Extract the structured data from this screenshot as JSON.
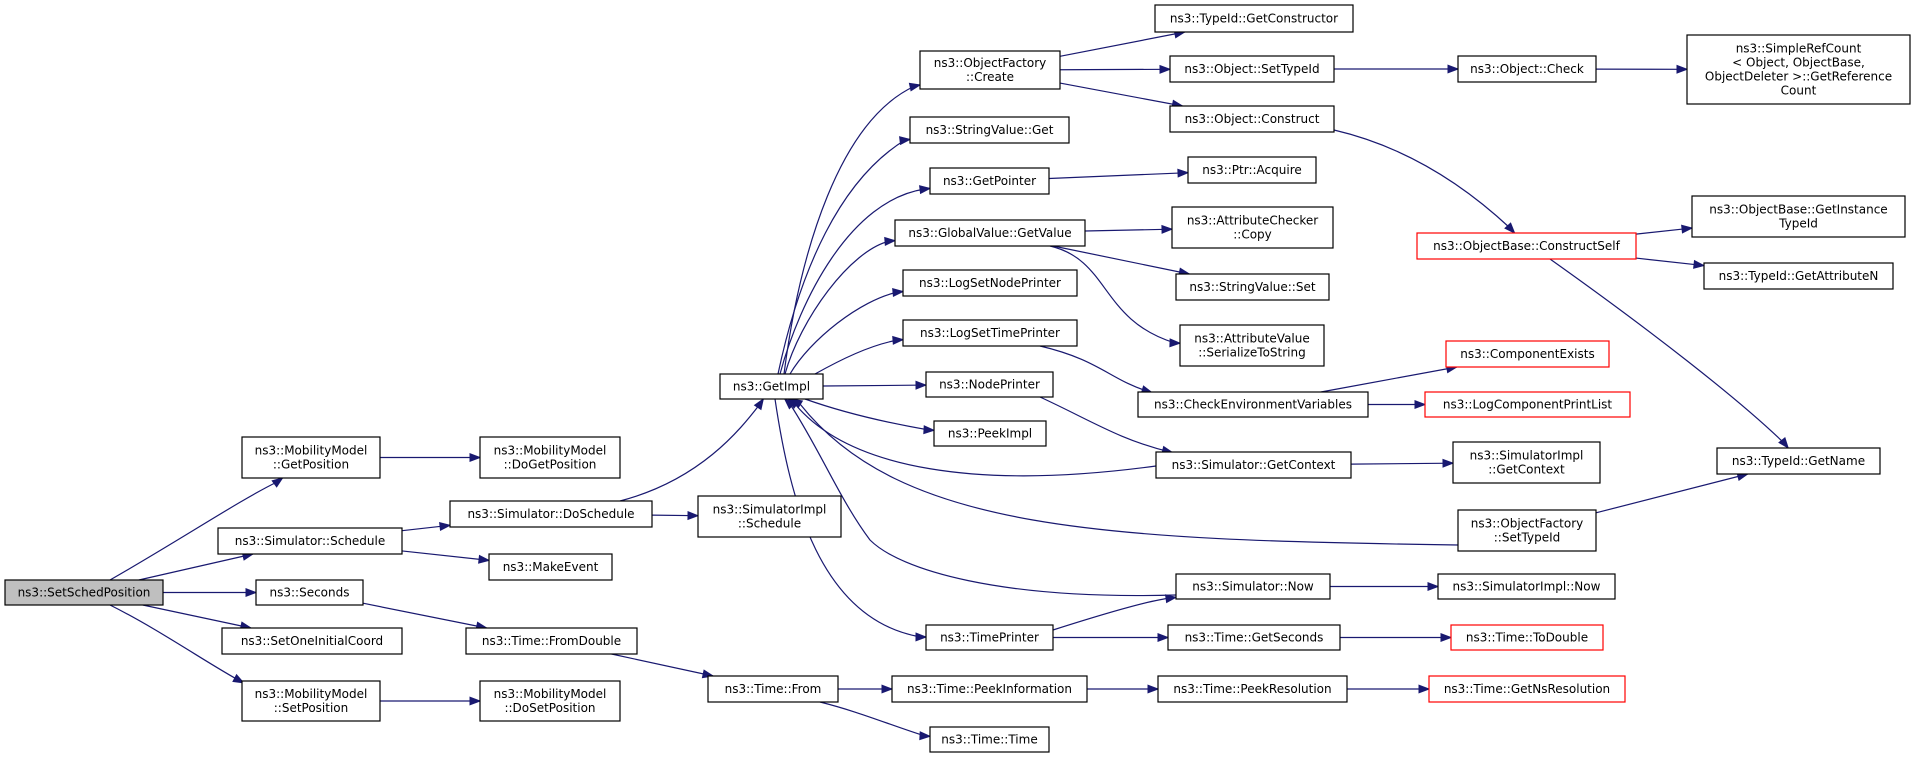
{
  "colors": {
    "edge": "#191970",
    "border": "#000000",
    "truncated_border": "#ff0000",
    "root_fill": "#bfbfbf"
  },
  "nodes": [
    {
      "id": "root",
      "lines": [
        "ns3::SetSchedPosition"
      ],
      "root": true
    },
    {
      "id": "mm_getpos",
      "lines": [
        "ns3::MobilityModel",
        "::GetPosition"
      ]
    },
    {
      "id": "mm_dogetpos",
      "lines": [
        "ns3::MobilityModel",
        "::DoGetPosition"
      ]
    },
    {
      "id": "sim_schedule",
      "lines": [
        "ns3::Simulator::Schedule"
      ]
    },
    {
      "id": "sim_doschedule",
      "lines": [
        "ns3::Simulator::DoSchedule"
      ]
    },
    {
      "id": "simimpl_schedule",
      "lines": [
        "ns3::SimulatorImpl",
        "::Schedule"
      ]
    },
    {
      "id": "makeevent",
      "lines": [
        "ns3::MakeEvent"
      ]
    },
    {
      "id": "seconds",
      "lines": [
        "ns3::Seconds"
      ]
    },
    {
      "id": "setoneinit",
      "lines": [
        "ns3::SetOneInitialCoord"
      ]
    },
    {
      "id": "fromdouble",
      "lines": [
        "ns3::Time::FromDouble"
      ]
    },
    {
      "id": "mm_setpos",
      "lines": [
        "ns3::MobilityModel",
        "::SetPosition"
      ]
    },
    {
      "id": "mm_dosetpos",
      "lines": [
        "ns3::MobilityModel",
        "::DoSetPosition"
      ]
    },
    {
      "id": "time_from",
      "lines": [
        "ns3::Time::From"
      ]
    },
    {
      "id": "getimpl",
      "lines": [
        "ns3::GetImpl"
      ]
    },
    {
      "id": "of_create",
      "lines": [
        "ns3::ObjectFactory",
        "::Create"
      ]
    },
    {
      "id": "stringvalue_get",
      "lines": [
        "ns3::StringValue::Get"
      ]
    },
    {
      "id": "getpointer",
      "lines": [
        "ns3::GetPointer"
      ]
    },
    {
      "id": "gv_getvalue",
      "lines": [
        "ns3::GlobalValue::GetValue"
      ]
    },
    {
      "id": "lognodeprinter",
      "lines": [
        "ns3::LogSetNodePrinter"
      ]
    },
    {
      "id": "logtimeprinter",
      "lines": [
        "ns3::LogSetTimePrinter"
      ]
    },
    {
      "id": "nodeprinter",
      "lines": [
        "ns3::NodePrinter"
      ]
    },
    {
      "id": "peekimpl",
      "lines": [
        "ns3::PeekImpl"
      ]
    },
    {
      "id": "timeprinter",
      "lines": [
        "ns3::TimePrinter"
      ]
    },
    {
      "id": "peekinfo",
      "lines": [
        "ns3::Time::PeekInformation"
      ]
    },
    {
      "id": "time_time",
      "lines": [
        "ns3::Time::Time"
      ]
    },
    {
      "id": "typeid_getctor",
      "lines": [
        "ns3::TypeId::GetConstructor"
      ]
    },
    {
      "id": "obj_settypeid",
      "lines": [
        "ns3::Object::SetTypeId"
      ]
    },
    {
      "id": "obj_construct",
      "lines": [
        "ns3::Object::Construct"
      ]
    },
    {
      "id": "ptr_acquire",
      "lines": [
        "ns3::Ptr::Acquire"
      ]
    },
    {
      "id": "attrchecker_copy",
      "lines": [
        "ns3::AttributeChecker",
        "::Copy"
      ]
    },
    {
      "id": "stringvalue_set",
      "lines": [
        "ns3::StringValue::Set"
      ]
    },
    {
      "id": "attrvalue_serialize",
      "lines": [
        "ns3::AttributeValue",
        "::SerializeToString"
      ]
    },
    {
      "id": "checkenv",
      "lines": [
        "ns3::CheckEnvironmentVariables"
      ]
    },
    {
      "id": "sim_getcontext",
      "lines": [
        "ns3::Simulator::GetContext"
      ]
    },
    {
      "id": "of_settypeid",
      "lines": [
        "ns3::ObjectFactory",
        "::SetTypeId"
      ]
    },
    {
      "id": "sim_now",
      "lines": [
        "ns3::Simulator::Now"
      ]
    },
    {
      "id": "time_getseconds",
      "lines": [
        "ns3::Time::GetSeconds"
      ]
    },
    {
      "id": "peekresolution",
      "lines": [
        "ns3::Time::PeekResolution"
      ]
    },
    {
      "id": "obj_check",
      "lines": [
        "ns3::Object::Check"
      ]
    },
    {
      "id": "objbase_constructself",
      "lines": [
        "ns3::ObjectBase::ConstructSelf"
      ],
      "truncated": true
    },
    {
      "id": "componentexists",
      "lines": [
        "ns3::ComponentExists"
      ],
      "truncated": true
    },
    {
      "id": "logcomponentprintlist",
      "lines": [
        "ns3::LogComponentPrintList"
      ],
      "truncated": true
    },
    {
      "id": "simimpl_getcontext",
      "lines": [
        "ns3::SimulatorImpl",
        "::GetContext"
      ]
    },
    {
      "id": "simimpl_now",
      "lines": [
        "ns3::SimulatorImpl::Now"
      ]
    },
    {
      "id": "time_todouble",
      "lines": [
        "ns3::Time::ToDouble"
      ],
      "truncated": true
    },
    {
      "id": "getnsresolution",
      "lines": [
        "ns3::Time::GetNsResolution"
      ],
      "truncated": true
    },
    {
      "id": "simplerefcount",
      "lines": [
        "ns3::SimpleRefCount",
        "< Object, ObjectBase,",
        " ObjectDeleter >::GetReference",
        "Count"
      ]
    },
    {
      "id": "objbase_getinstancetypeid",
      "lines": [
        "ns3::ObjectBase::GetInstance",
        "TypeId"
      ]
    },
    {
      "id": "typeid_getattributen",
      "lines": [
        "ns3::TypeId::GetAttributeN"
      ]
    },
    {
      "id": "typeid_getname",
      "lines": [
        "ns3::TypeId::GetName"
      ]
    }
  ],
  "edges": [
    [
      "root",
      "mm_getpos"
    ],
    [
      "root",
      "sim_schedule"
    ],
    [
      "root",
      "seconds"
    ],
    [
      "root",
      "setoneinit"
    ],
    [
      "root",
      "mm_setpos"
    ],
    [
      "mm_getpos",
      "mm_dogetpos"
    ],
    [
      "sim_schedule",
      "sim_doschedule"
    ],
    [
      "sim_schedule",
      "makeevent"
    ],
    [
      "sim_doschedule",
      "simimpl_schedule"
    ],
    [
      "sim_doschedule",
      "getimpl"
    ],
    [
      "seconds",
      "fromdouble"
    ],
    [
      "fromdouble",
      "time_from"
    ],
    [
      "mm_setpos",
      "mm_dosetpos"
    ],
    [
      "time_from",
      "peekinfo"
    ],
    [
      "time_from",
      "time_time"
    ],
    [
      "peekinfo",
      "peekresolution"
    ],
    [
      "peekresolution",
      "getnsresolution"
    ],
    [
      "getimpl",
      "of_create"
    ],
    [
      "getimpl",
      "stringvalue_get"
    ],
    [
      "getimpl",
      "getpointer"
    ],
    [
      "getimpl",
      "gv_getvalue"
    ],
    [
      "getimpl",
      "lognodeprinter"
    ],
    [
      "getimpl",
      "logtimeprinter"
    ],
    [
      "getimpl",
      "nodeprinter"
    ],
    [
      "getimpl",
      "peekimpl"
    ],
    [
      "getimpl",
      "timeprinter"
    ],
    [
      "sim_getcontext",
      "getimpl"
    ],
    [
      "of_settypeid",
      "getimpl"
    ],
    [
      "sim_now",
      "getimpl"
    ],
    [
      "of_create",
      "typeid_getctor"
    ],
    [
      "of_create",
      "obj_settypeid"
    ],
    [
      "of_create",
      "obj_construct"
    ],
    [
      "obj_settypeid",
      "obj_check"
    ],
    [
      "obj_check",
      "simplerefcount"
    ],
    [
      "obj_construct",
      "objbase_constructself"
    ],
    [
      "getpointer",
      "ptr_acquire"
    ],
    [
      "gv_getvalue",
      "attrchecker_copy"
    ],
    [
      "gv_getvalue",
      "stringvalue_set"
    ],
    [
      "gv_getvalue",
      "attrvalue_serialize"
    ],
    [
      "logtimeprinter",
      "checkenv"
    ],
    [
      "nodeprinter",
      "sim_getcontext"
    ],
    [
      "checkenv",
      "componentexists"
    ],
    [
      "checkenv",
      "logcomponentprintlist"
    ],
    [
      "sim_getcontext",
      "simimpl_getcontext"
    ],
    [
      "of_settypeid",
      "typeid_getname"
    ],
    [
      "timeprinter",
      "sim_now"
    ],
    [
      "timeprinter",
      "time_getseconds"
    ],
    [
      "sim_now",
      "simimpl_now"
    ],
    [
      "time_getseconds",
      "time_todouble"
    ],
    [
      "objbase_constructself",
      "objbase_getinstancetypeid"
    ],
    [
      "objbase_constructself",
      "typeid_getattributen"
    ],
    [
      "objbase_constructself",
      "typeid_getname"
    ]
  ]
}
